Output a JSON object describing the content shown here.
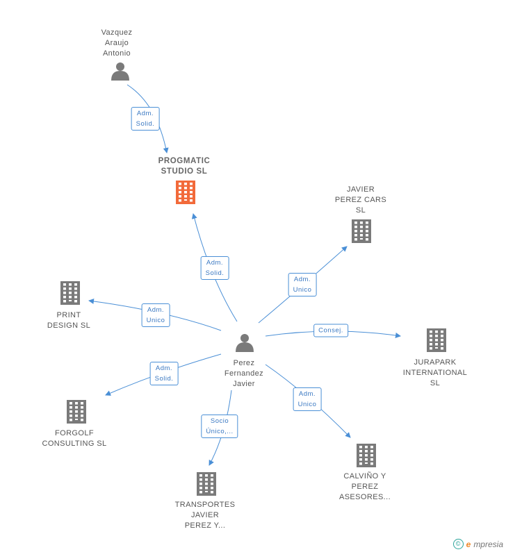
{
  "nodes": {
    "vazquez": {
      "label": "Vazquez\nAraujo\nAntonio",
      "type": "person"
    },
    "progmatic": {
      "label": "PROGMATIC\nSTUDIO SL",
      "type": "company-main"
    },
    "javier_cars": {
      "label": "JAVIER\nPEREZ CARS\nSL",
      "type": "company"
    },
    "print_design": {
      "label": "PRINT\nDESIGN SL",
      "type": "company"
    },
    "perez": {
      "label": "Perez\nFernandez\nJavier",
      "type": "person"
    },
    "jurapark": {
      "label": "JURAPARK\nINTERNATIONAL SL",
      "type": "company"
    },
    "forgolf": {
      "label": "FORGOLF\nCONSULTING SL",
      "type": "company"
    },
    "calvino": {
      "label": "CALVIÑO Y\nPEREZ\nASESORES...",
      "type": "company"
    },
    "transportes": {
      "label": "TRANSPORTES\nJAVIER\nPEREZ Y...",
      "type": "company"
    }
  },
  "edges": [
    {
      "from": "vazquez",
      "to": "progmatic",
      "label": "Adm.\nSolid."
    },
    {
      "from": "perez",
      "to": "progmatic",
      "label": "Adm.\nSolid."
    },
    {
      "from": "perez",
      "to": "javier_cars",
      "label": "Adm.\nUnico"
    },
    {
      "from": "perez",
      "to": "print_design",
      "label": "Adm.\nUnico"
    },
    {
      "from": "perez",
      "to": "jurapark",
      "label": "Consej."
    },
    {
      "from": "perez",
      "to": "forgolf",
      "label": "Adm.\nSolid."
    },
    {
      "from": "perez",
      "to": "calvino",
      "label": "Adm.\nUnico"
    },
    {
      "from": "perez",
      "to": "transportes",
      "label": "Socio\nÚnico,..."
    }
  ],
  "colors": {
    "edge": "#4a8fd6",
    "icon": "#7a7a7a",
    "main_company": "#f26a3a"
  },
  "footer": {
    "copyright_symbol": "©",
    "brand_e": "e",
    "brand_rest": "mpresia"
  }
}
